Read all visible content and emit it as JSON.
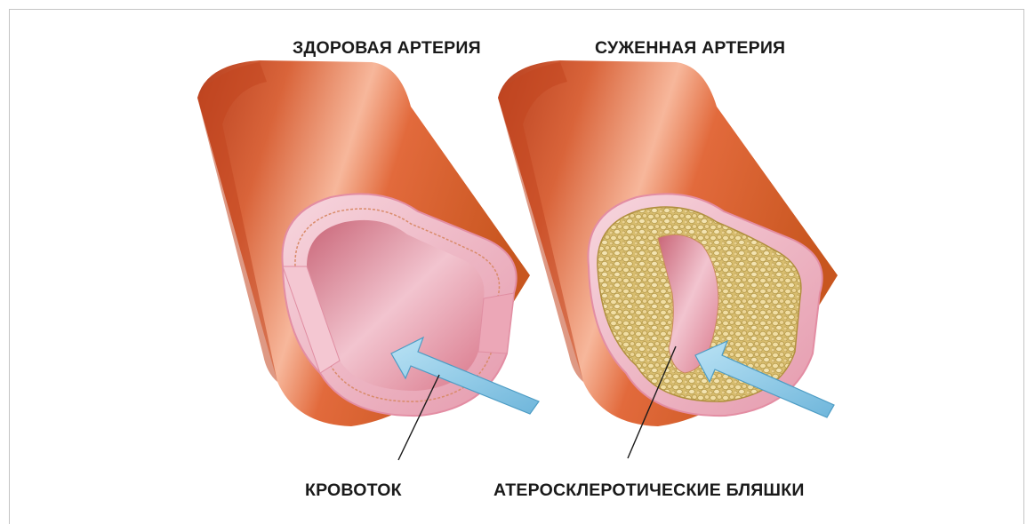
{
  "diagram": {
    "title_left": "ЗДОРОВАЯ АРТЕРИЯ",
    "title_right": "СУЖЕННАЯ АРТЕРИЯ",
    "label_blood_flow": "КРОВОТОК",
    "label_plaques": "АТЕРОСКЛЕРОТИЧЕСКИЕ БЛЯШКИ"
  },
  "colors": {
    "artery_outer": "#d8562f",
    "artery_highlight": "#f2a487",
    "wall_pink": "#f0b6c4",
    "lumen": "#e8919f",
    "plaque": "#e8d08c",
    "arrow": "#8fcbe7"
  }
}
